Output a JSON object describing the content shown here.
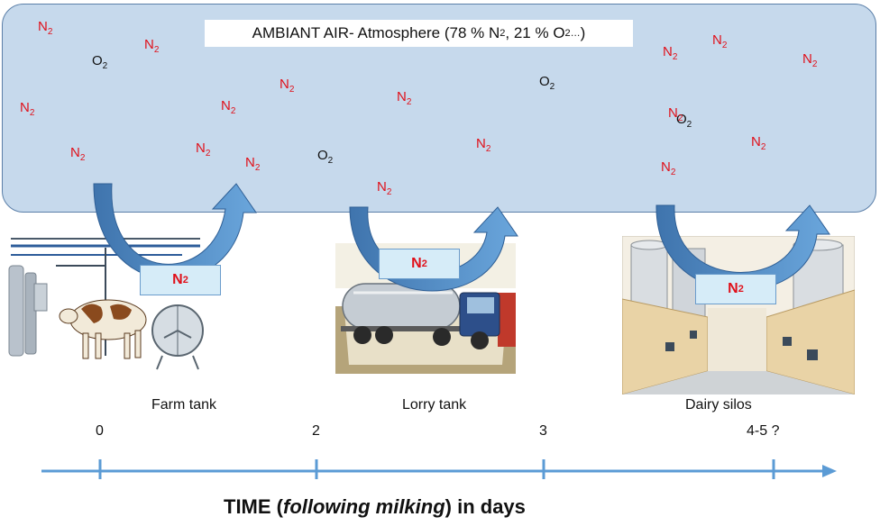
{
  "atmosphere": {
    "title_prefix": "AMBIANT AIR- Atmosphere (78 % N",
    "title_sub1": "2",
    "title_mid": ", 21 % O",
    "title_sub2": "2…",
    "title_suffix": ")"
  },
  "molecules": [
    {
      "el": "N",
      "sub": "2",
      "kind": "n"
    },
    {
      "el": "N",
      "sub": "2",
      "kind": "n"
    },
    {
      "el": "O",
      "sub": "2",
      "kind": "o"
    },
    {
      "el": "N",
      "sub": "2",
      "kind": "n"
    },
    {
      "el": "N",
      "sub": "2",
      "kind": "n"
    },
    {
      "el": "N",
      "sub": "2",
      "kind": "n"
    },
    {
      "el": "N",
      "sub": "2",
      "kind": "n"
    },
    {
      "el": "N",
      "sub": "2",
      "kind": "n"
    },
    {
      "el": "N",
      "sub": "2",
      "kind": "n"
    },
    {
      "el": "N",
      "sub": "2",
      "kind": "n"
    },
    {
      "el": "O",
      "sub": "2",
      "kind": "o"
    },
    {
      "el": "N",
      "sub": "2",
      "kind": "n"
    },
    {
      "el": "N",
      "sub": "2",
      "kind": "n"
    },
    {
      "el": "N",
      "sub": "2",
      "kind": "n"
    },
    {
      "el": "O",
      "sub": "2",
      "kind": "o"
    },
    {
      "el": "N",
      "sub": "2",
      "kind": "n"
    },
    {
      "el": "N",
      "sub": "2",
      "kind": "n"
    },
    {
      "el": "O",
      "sub": "2",
      "kind": "o"
    },
    {
      "el": "N",
      "sub": "2",
      "kind": "n"
    },
    {
      "el": "N",
      "sub": "2",
      "kind": "n"
    },
    {
      "el": "N",
      "sub": "2",
      "kind": "n"
    }
  ],
  "exchange_boxes": [
    {
      "el": "N",
      "sub": "2"
    },
    {
      "el": "N",
      "sub": "2"
    },
    {
      "el": "N",
      "sub": "2"
    }
  ],
  "stations": {
    "farm": "Farm tank",
    "lorry": "Lorry tank",
    "dairy": "Dairy silos"
  },
  "timeline": {
    "ticks": [
      "0",
      "2",
      "3",
      "4-5 ?"
    ],
    "title_prefix": "TIME (",
    "title_italic": "following milking",
    "title_suffix": ")  in days"
  },
  "colors": {
    "atmosphere_fill": "#c6d9ec",
    "arrow_blue": "#4a86c6",
    "nitrogen_red": "#e0101a",
    "timeline_blue": "#5b9bd5"
  },
  "icons": {
    "farm": "milking-parlour-with-cow",
    "lorry": "milk-tanker-lorry",
    "dairy": "dairy-silo-hall"
  }
}
